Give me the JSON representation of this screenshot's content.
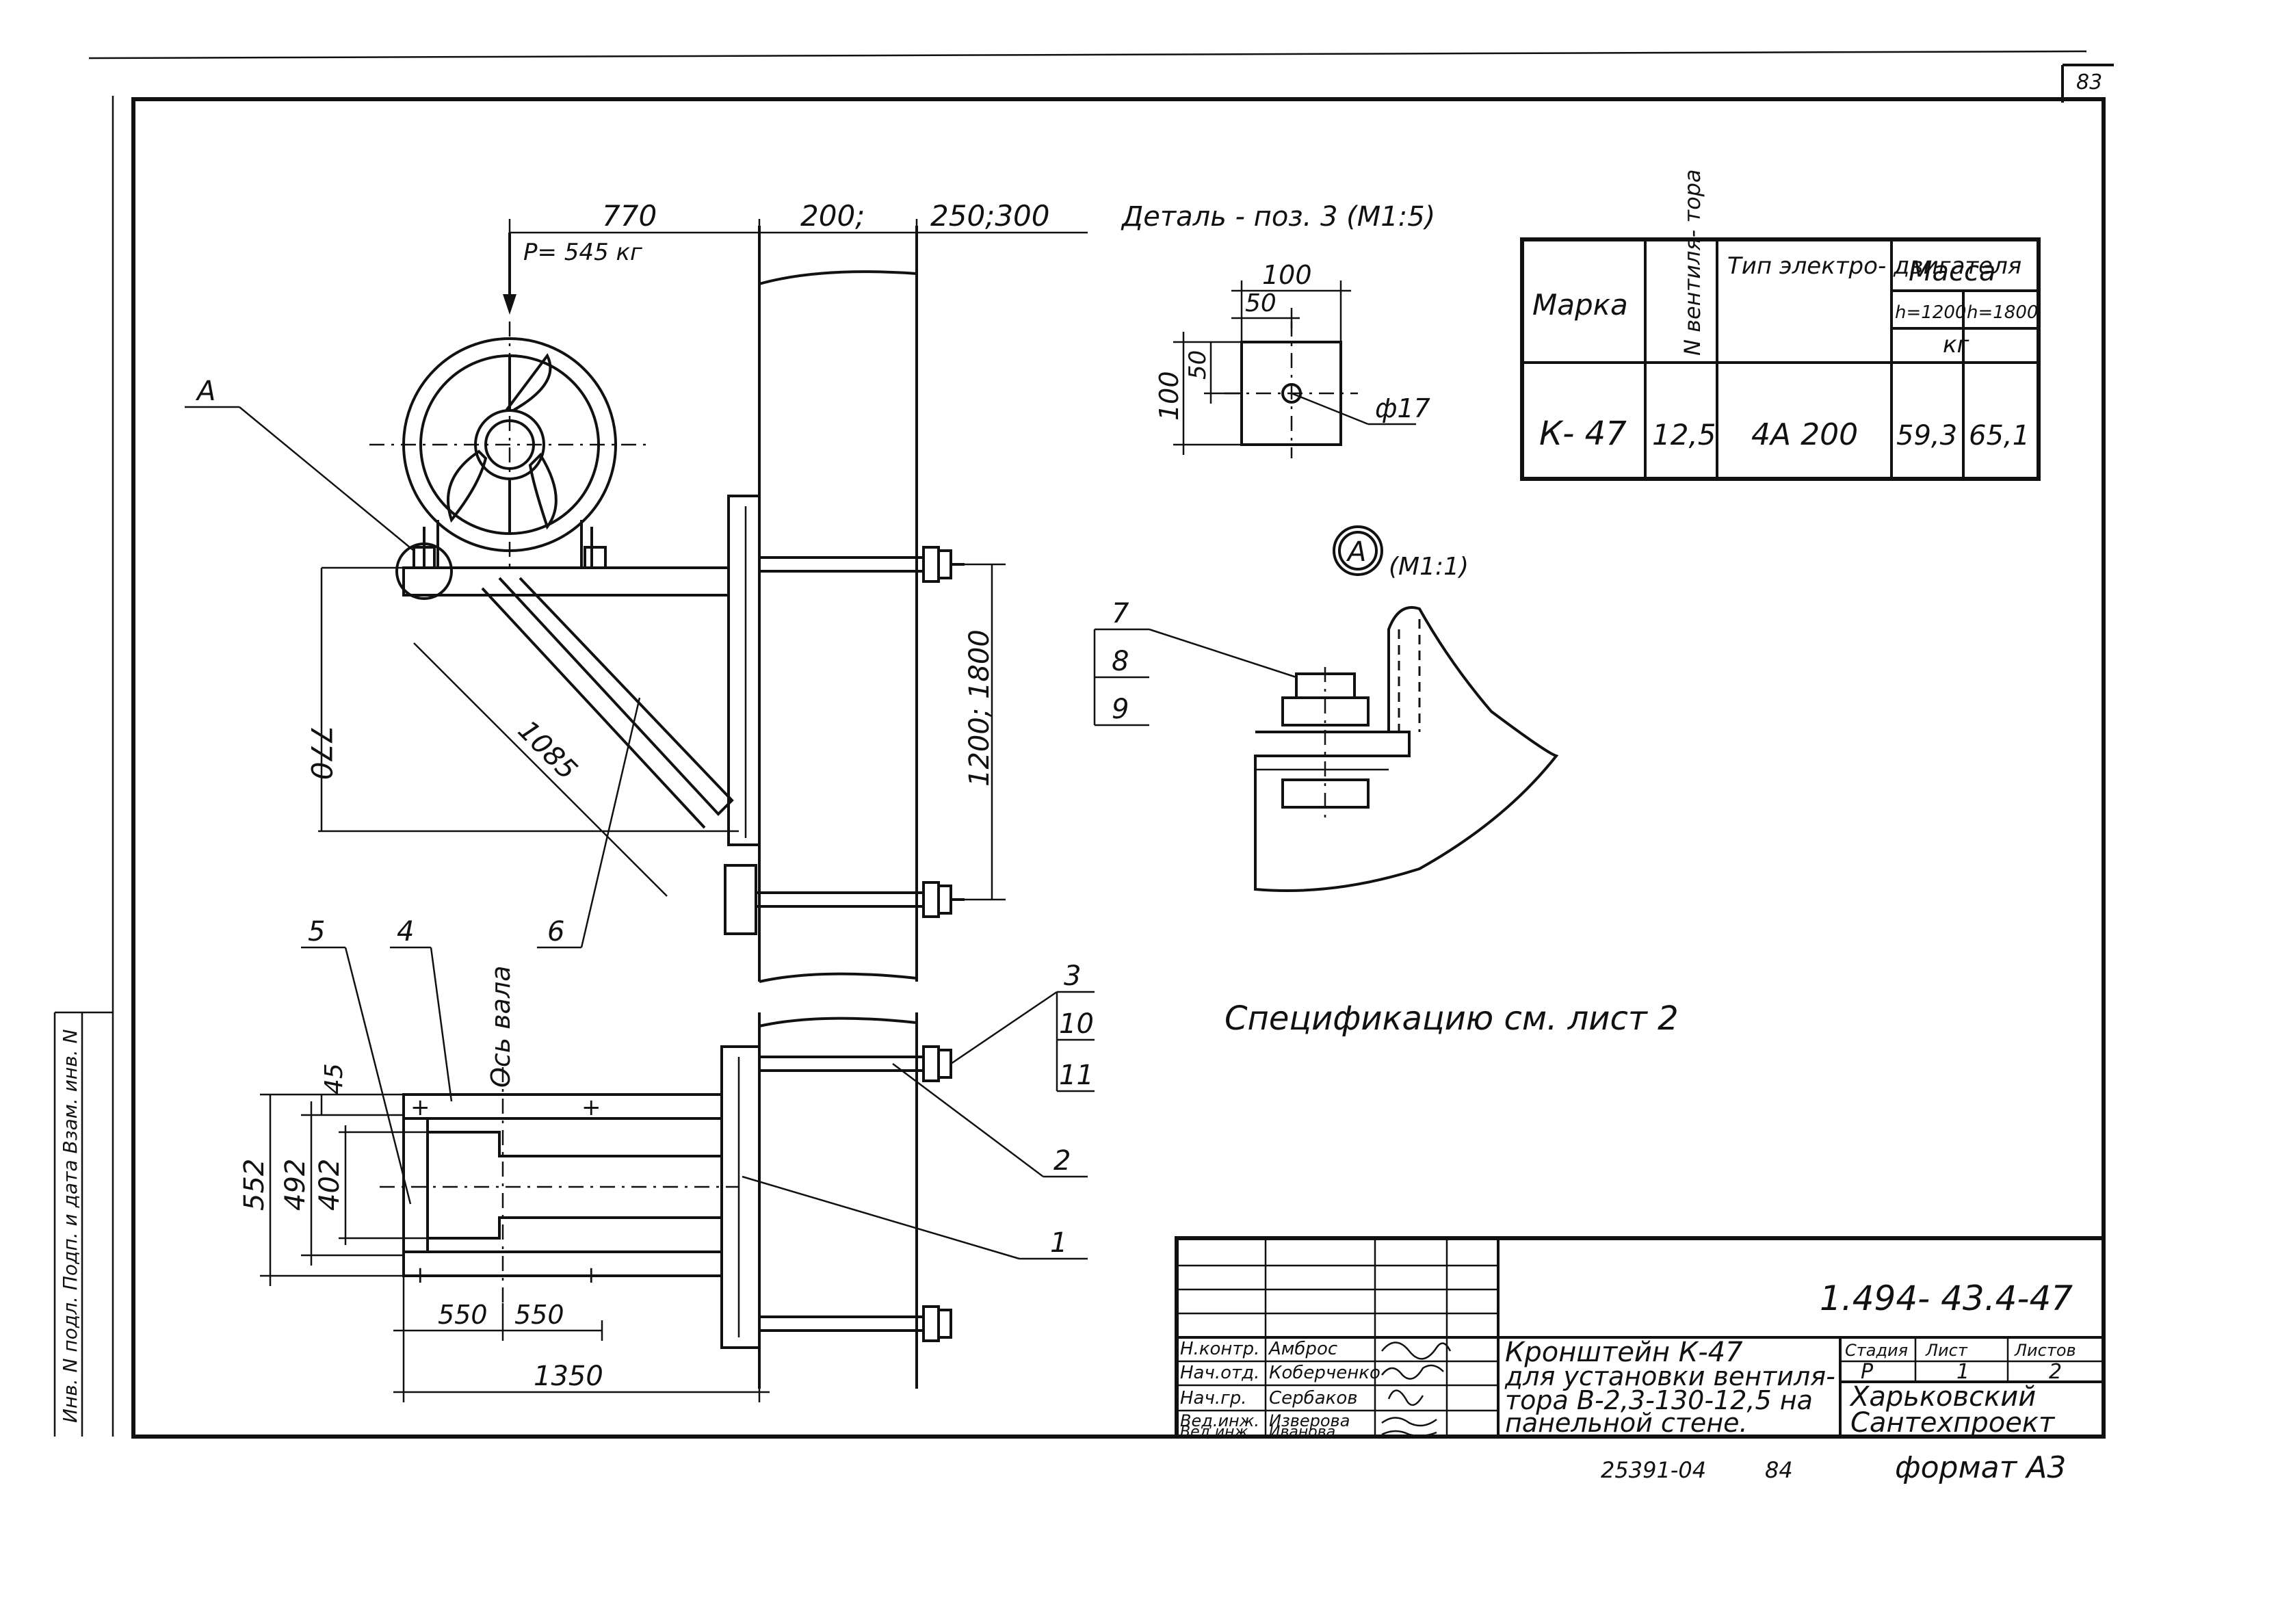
{
  "sheet": {
    "page_number": "83",
    "bottom_code": "25391-04",
    "bottom_page": "84",
    "format": "формат А3"
  },
  "left_margin": {
    "stamp_text": "Инв. N подл. Подп. и дата Взам. инв. N"
  },
  "main_view": {
    "dims": {
      "d770_top": "770",
      "d200": "200;",
      "d250_300": "250;300",
      "load": "P= 545 кг",
      "d770_left": "770",
      "d1085": "1085",
      "d1200_1800": "1200; 1800"
    },
    "callouts": {
      "a": "A",
      "six": "6"
    }
  },
  "plan_view": {
    "axis_label": "Ось вала",
    "dims": {
      "d45": "45",
      "d552": "552",
      "d492": "492",
      "d402": "402",
      "d550a": "550",
      "d550b": "550",
      "d1350": "1350"
    },
    "callouts": {
      "one": "1",
      "two": "2",
      "three": "3",
      "four": "4",
      "five": "5",
      "ten": "10",
      "eleven": "11"
    }
  },
  "detail3": {
    "title": "Деталь - поз. 3 (М1:5)",
    "dims": {
      "w100": "100",
      "w50": "50",
      "h100": "100",
      "h50": "50",
      "hole": "ф17"
    }
  },
  "detail_a": {
    "marker": "A",
    "scale": "(М1:1)",
    "callouts": {
      "seven": "7",
      "eight": "8",
      "nine": "9"
    }
  },
  "spec_table": {
    "headers": {
      "marka": "Марка",
      "fan_no": "N вентиля- тора",
      "motor_type": "Тип электро- двигателя",
      "mass": "Масса",
      "h1200": "h=1200",
      "h1800": "h=1800",
      "kg": "кг"
    },
    "row": {
      "marka": "К- 47",
      "fan_no": "12,5",
      "motor_type": "4А 200",
      "mass_1200": "59,3",
      "mass_1800": "65,1"
    }
  },
  "spec_note": "Спецификацию см. лист 2",
  "title_block": {
    "doc_code": "1.494- 43.4-47",
    "title_lines": [
      "Кронштейн К-47",
      "для установки вентиля-",
      "тора В-2,3-130-12,5 на",
      "панельной стене."
    ],
    "stage_headers": {
      "stage": "Стадия",
      "sheet": "Лист",
      "sheets": "Листов"
    },
    "stage_values": {
      "stage": "Р",
      "sheet": "1",
      "sheets": "2"
    },
    "org_lines": [
      "Харьковский",
      "Сантехпроект"
    ],
    "signatures": [
      {
        "role": "Н.контр.",
        "name": "Амброс"
      },
      {
        "role": "Нач.отд.",
        "name": "Коберченко"
      },
      {
        "role": "Нач.гр.",
        "name": "Сербаков"
      },
      {
        "role": "Вед.инж.",
        "name": "Изверова"
      },
      {
        "role": "Вед.инж.",
        "name": "Иванова"
      }
    ]
  }
}
